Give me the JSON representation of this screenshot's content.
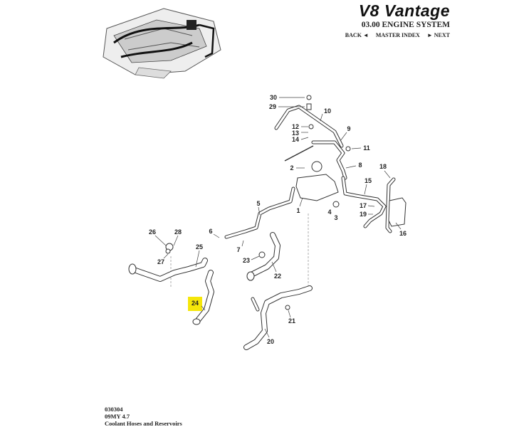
{
  "header": {
    "brand": "V8 Vantage",
    "section": "03.00 ENGINE SYSTEM",
    "nav": {
      "back": "BACK ◄",
      "master_index": "MASTER INDEX",
      "next": "► NEXT"
    }
  },
  "footer": {
    "code": "030304",
    "model": "09MY 4.7",
    "title": "Coolant Hoses and Reservoirs"
  },
  "highlight_color": "#f5e60a",
  "callouts": {
    "c1": "1",
    "c2": "2",
    "c3": "3",
    "c4": "4",
    "c5": "5",
    "c6": "6",
    "c7": "7",
    "c8": "8",
    "c9": "9",
    "c10": "10",
    "c11": "11",
    "c12": "12",
    "c13": "13",
    "c14": "14",
    "c15": "15",
    "c16": "16",
    "c17": "17",
    "c18": "18",
    "c19": "19",
    "c20": "20",
    "c21": "21",
    "c22": "22",
    "c23": "23",
    "c24": "24",
    "c25": "25",
    "c26": "26",
    "c27": "27",
    "c28": "28",
    "c29": "29",
    "c30": "30"
  }
}
